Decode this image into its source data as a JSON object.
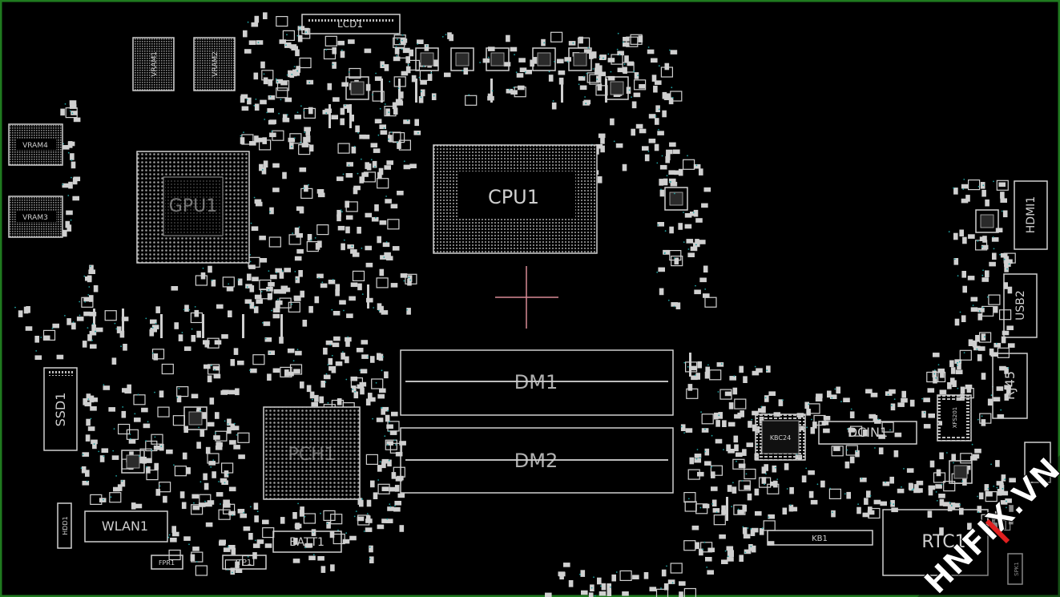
{
  "board": {
    "labels": {
      "lcd": "LCD1",
      "vram1": "VRAM1",
      "vram2": "VRAM2",
      "vram3": "VRAM3",
      "vram4": "VRAM4",
      "gpu": "GPU1",
      "cpu": "CPU1",
      "dm1": "DM1",
      "dm2": "DM2",
      "pch": "PCH1",
      "ssd": "SSD1",
      "wlan": "WLAN1",
      "hdd": "HDD1",
      "fpr": "FPR1",
      "tp": "TP1",
      "batt": "BATT1",
      "kb": "KB1",
      "kbc": "KBC24",
      "dcin": "DCIN1",
      "rtc": "RTC1",
      "hdmi": "HDMI1",
      "usb2": "USB2",
      "rj45": "RJ45",
      "xfs": "XFS201",
      "spk": "SPK1"
    },
    "watermark": "HNFIX.VN",
    "colors": {
      "background": "#000000",
      "border": "#1f7a1f",
      "outline": "#cfcfcf",
      "crosshair": "#d98a96",
      "via": "#1fa0a0",
      "watermark_stripe": "#ffffff",
      "watermark_accent": "#e02020"
    }
  }
}
